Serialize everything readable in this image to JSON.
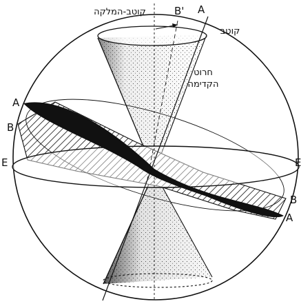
{
  "labels": {
    "ecliptic_pole": "קוטב-המלקה",
    "pole": "קוטב",
    "precession_line1": "חרוט",
    "precession_line2": "הקדימה",
    "point_a": "A",
    "point_b": "B",
    "point_b_prime": "B'",
    "point_e": "E"
  }
}
